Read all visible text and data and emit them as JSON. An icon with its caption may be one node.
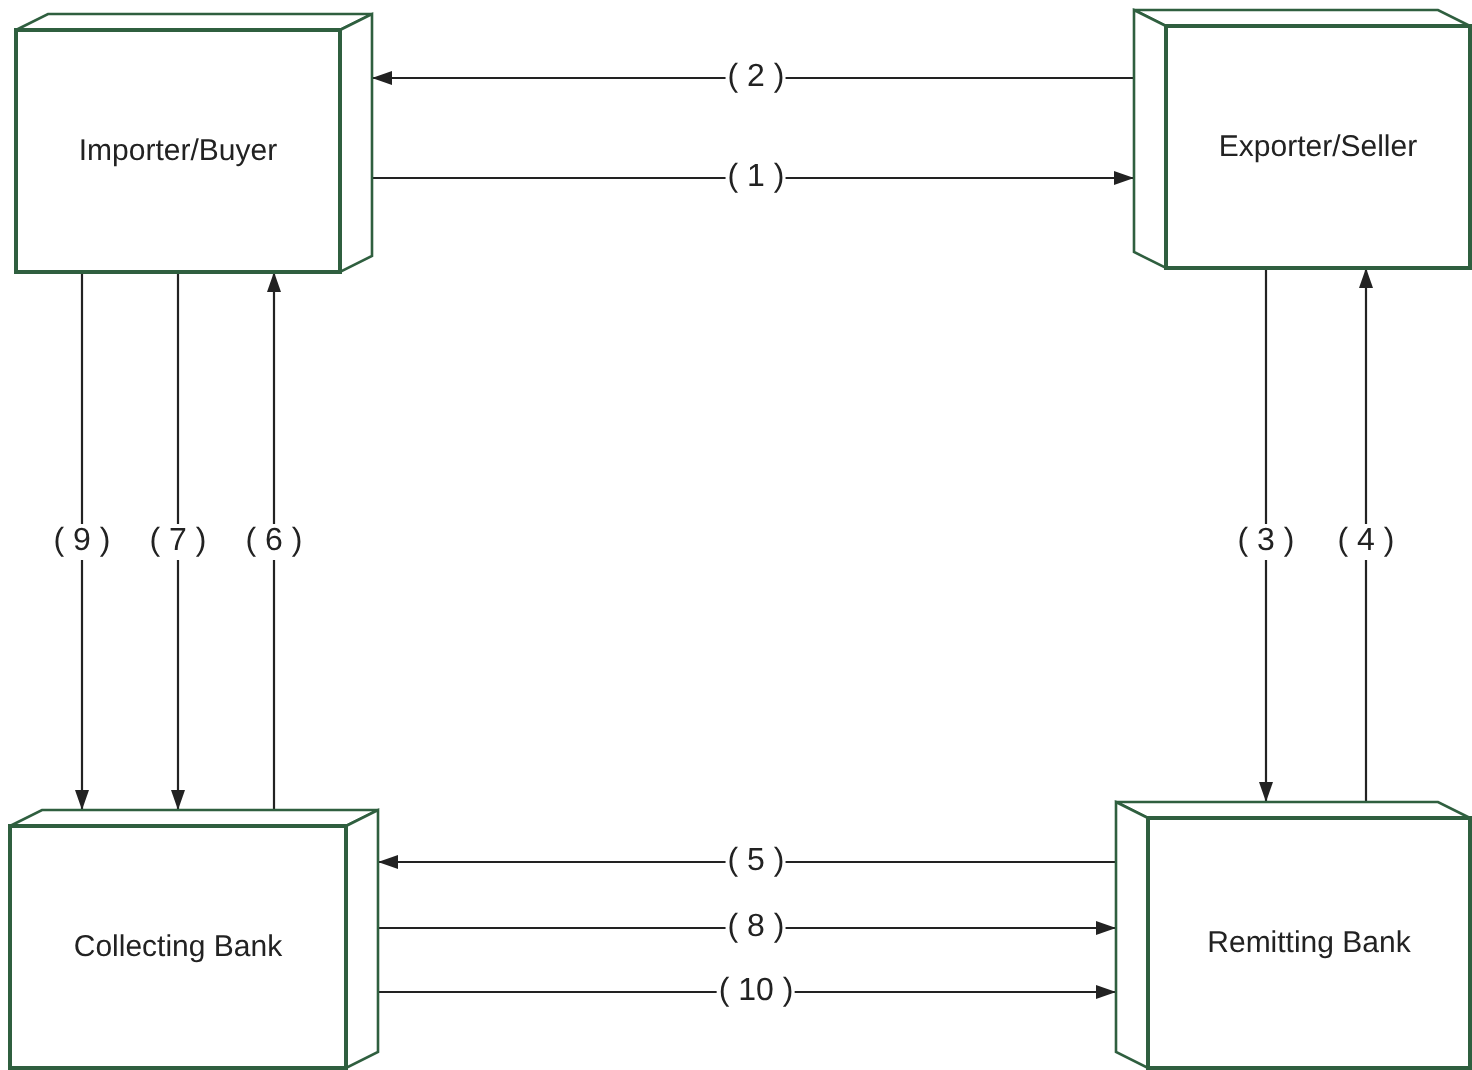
{
  "diagram": {
    "nodes": [
      {
        "text": [
          "Importer/Buyer"
        ]
      },
      {
        "text": [
          "Exporter/Seller"
        ]
      },
      {
        "text": [
          "Collecting Bank"
        ]
      },
      {
        "text": [
          "Remitting Bank"
        ]
      }
    ],
    "edges": [
      {
        "from": 0,
        "to": 1,
        "arrow": "to",
        "label": "( 1 )"
      },
      {
        "from": 1,
        "to": 0,
        "arrow": "to",
        "label": "( 2 )"
      },
      {
        "from": 1,
        "to": 3,
        "arrow": "to",
        "label": "( 3 )"
      },
      {
        "from": 3,
        "to": 1,
        "arrow": "to",
        "label": "( 4 )"
      },
      {
        "from": 3,
        "to": 2,
        "arrow": "to",
        "label": "( 5 )"
      },
      {
        "from": 2,
        "to": 0,
        "arrow": "to",
        "label": "( 6 )"
      },
      {
        "from": 0,
        "to": 2,
        "arrow": "to",
        "label": "( 7 )"
      },
      {
        "from": 2,
        "to": 3,
        "arrow": "to",
        "label": "( 8 )"
      },
      {
        "from": 0,
        "to": 2,
        "arrow": "to",
        "label": "( 9 )"
      },
      {
        "from": 2,
        "to": 3,
        "arrow": "to",
        "label": "( 10 )"
      }
    ]
  }
}
